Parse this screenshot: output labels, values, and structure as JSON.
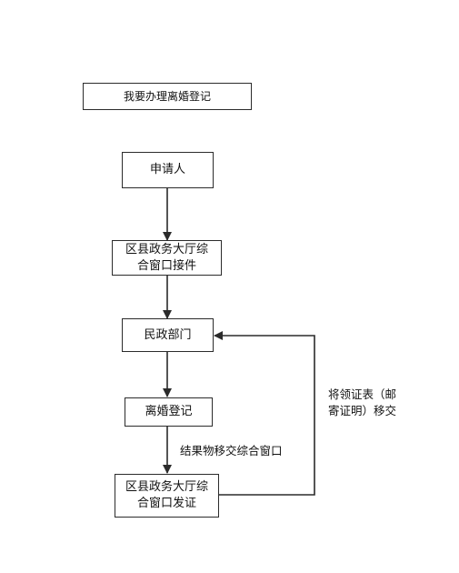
{
  "diagram": {
    "header_box": "我要办理离婚登记",
    "nodes": {
      "applicant": "申请人",
      "county_window_receive": "区县政务大厅综\n合窗口接件",
      "civil_affairs": "民政部门",
      "divorce_registration": "离婚登记",
      "county_window_issue": "区县政务大厅综\n合窗口发证"
    },
    "edge_labels": {
      "results_transfer": "结果物移交综合窗口",
      "mail_certificate": "将领证表（邮\n寄证明）移交"
    },
    "colors": {
      "line": "#2b2b2b",
      "text": "#111111",
      "background": "#ffffff"
    }
  }
}
